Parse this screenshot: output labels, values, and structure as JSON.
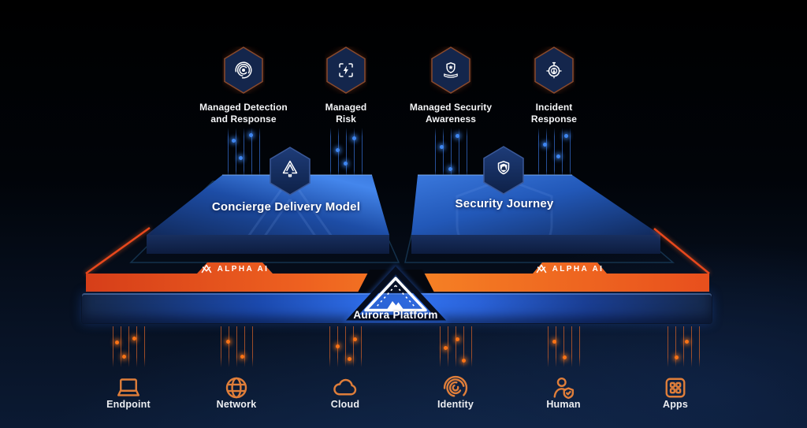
{
  "services": [
    {
      "label": "Managed Detection\nand Response",
      "icon": "radar-icon"
    },
    {
      "label": "Managed\nRisk",
      "icon": "lightning-brackets-icon"
    },
    {
      "label": "Managed Security\nAwareness",
      "icon": "shield-star-book-icon"
    },
    {
      "label": "Incident\nResponse",
      "icon": "stopwatch-crosshair-icon"
    }
  ],
  "platforms": [
    {
      "label": "Concierge Delivery Model",
      "icon": "mountain-badge-icon"
    },
    {
      "label": "Security Journey",
      "icon": "shield-wolf-badge-icon"
    }
  ],
  "alpha_ai": {
    "left_label": "ALPHA AI",
    "right_label": "ALPHA AI",
    "icon": "alpha-ai-mark-icon"
  },
  "aurora": {
    "label": "Aurora Platform",
    "icon": "aurora-triangle-icon"
  },
  "attack_surfaces": [
    {
      "label": "Endpoint",
      "icon": "laptop-icon"
    },
    {
      "label": "Network",
      "icon": "globe-icon"
    },
    {
      "label": "Cloud",
      "icon": "cloud-icon"
    },
    {
      "label": "Identity",
      "icon": "fingerprint-icon"
    },
    {
      "label": "Human",
      "icon": "person-shield-icon"
    },
    {
      "label": "Apps",
      "icon": "apps-grid-icon"
    }
  ],
  "colors": {
    "accent_orange": "#EE5A1E",
    "accent_blue": "#2F6FE8",
    "hexagon_fill": "#14264C",
    "hexagon_border": "#8A4A2C",
    "dot_blue": "#3F86F0",
    "dot_orange": "#F97316"
  }
}
